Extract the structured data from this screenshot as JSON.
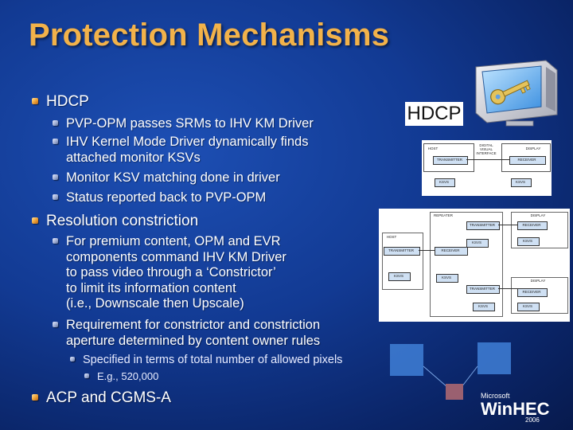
{
  "slide": {
    "title": "Protection Mechanisms"
  },
  "bullets": {
    "hdcp": {
      "label": "HDCP",
      "items": [
        "PVP-OPM passes SRMs to IHV KM Driver",
        "IHV Kernel Mode Driver dynamically finds\nattached monitor KSVs",
        "Monitor KSV matching done in driver",
        "Status reported back to PVP-OPM"
      ]
    },
    "resolution": {
      "label": "Resolution constriction",
      "items": [
        "For premium content, OPM and EVR\ncomponents command IHV KM Driver\nto pass video through a ‘Constrictor’\nto limit its information content\n(i.e., Downscale then Upscale)",
        "Requirement for constrictor and constriction\naperture determined by content owner rules"
      ],
      "sub": "Specified in terms of total number of allowed pixels",
      "subsub": "E.g., 520,000"
    },
    "acp": {
      "label": "ACP and CGMS-A"
    }
  },
  "graphics": {
    "hdcp_label": "HDCP",
    "diagram_top": {
      "host": "HOST",
      "transmitter": "TRANSMITTER",
      "digital_interface": "DIGITAL\nVISUAL\nINTERFACE",
      "display": "DISPLAY",
      "receiver": "RECEIVER",
      "ksvs": "KSVS",
      "ksvs2": "KSVS"
    },
    "diagram_bottom": {
      "repeater": "REPEATER",
      "display_a": "DISPLAY",
      "display_b": "DISPLAY",
      "host": "HOST",
      "transmitter": "TRANSMITTER",
      "receiver_a": "RECEIVER",
      "receiver_b": "RECEIVER",
      "receiver_c": "RECEIVER",
      "ksvs_a": "KSVS",
      "ksvs_b": "KSVS",
      "ksvs_c": "KSVS",
      "ksvs_d": "KSVS",
      "ksvs_e": "KSVS",
      "ksvs_f": "KSVS",
      "transmitter_b": "TRANSMITTER",
      "transmitter_c": "TRANSMITTER"
    },
    "logo": {
      "brand": "Microsoft",
      "name": "WinHEC",
      "year": "2006"
    }
  },
  "colors": {
    "title": "#f2b24a",
    "background": "#123a93",
    "bullet_l1": "#f0a53a"
  }
}
